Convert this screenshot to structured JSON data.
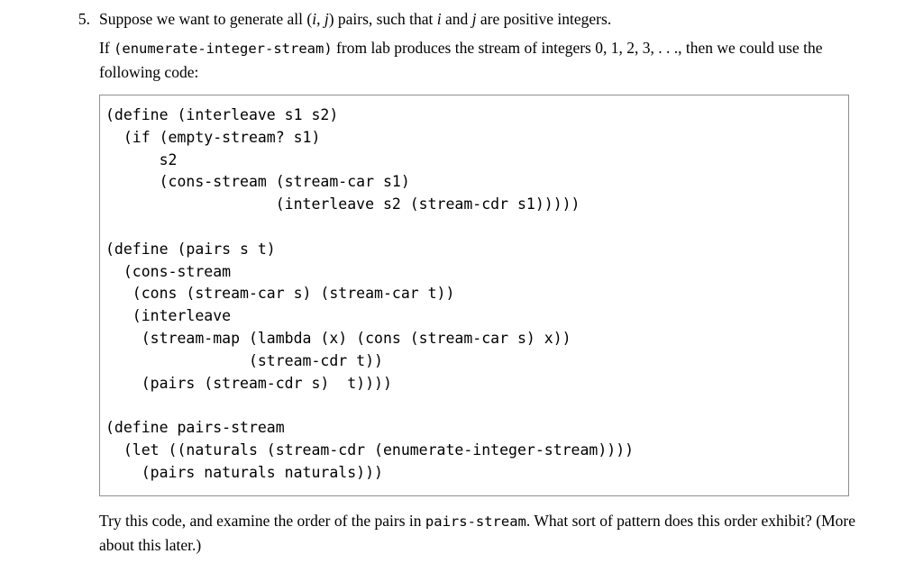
{
  "problem": {
    "number": "5.",
    "intro_before_i": "Suppose we want to generate all ",
    "intro_pairs": "(i, j)",
    "intro_middle": " pairs, such that ",
    "intro_i": "i",
    "intro_and": " and ",
    "intro_j": "j",
    "intro_after": " are positive integers.",
    "line2_before": "If ",
    "line2_code": "(enumerate-integer-stream)",
    "line2_middle": " from lab produces the stream of integers ",
    "line2_numbers": "0, 1, 2, 3, . . .",
    "line2_after": ", then we could use the following code:",
    "code": "(define (interleave s1 s2)\n  (if (empty-stream? s1)\n      s2\n      (cons-stream (stream-car s1)\n                   (interleave s2 (stream-cdr s1)))))\n\n(define (pairs s t)\n  (cons-stream\n   (cons (stream-car s) (stream-car t))\n   (interleave\n    (stream-map (lambda (x) (cons (stream-car s) x))\n                (stream-cdr t))\n    (pairs (stream-cdr s)  t))))\n\n(define pairs-stream\n  (let ((naturals (stream-cdr (enumerate-integer-stream))))\n    (pairs naturals naturals)))",
    "trailing_before": "Try this code, and examine the order of the pairs in ",
    "trailing_code": "pairs-stream",
    "trailing_after": ". What sort of pattern does this order exhibit? (More about this later.)"
  }
}
